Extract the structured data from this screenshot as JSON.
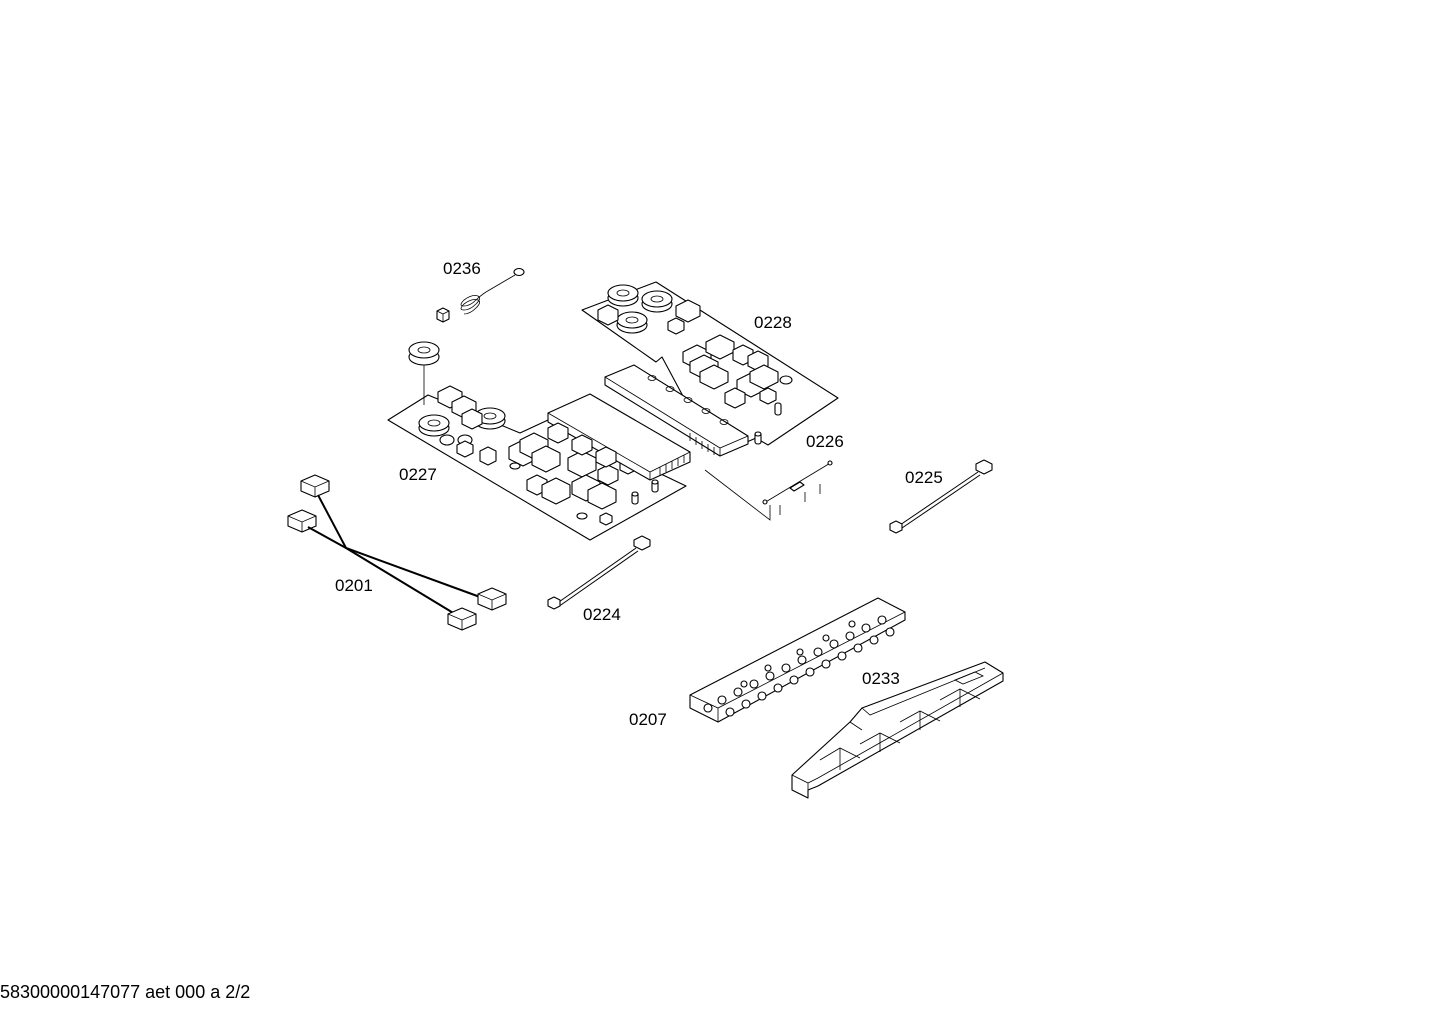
{
  "labels": {
    "p0236": "0236",
    "p0228": "0228",
    "p0227": "0227",
    "p0226": "0226",
    "p0225": "0225",
    "p0201": "0201",
    "p0224": "0224",
    "p0233": "0233",
    "p0207": "0207"
  },
  "footer": "58300000147077 aet 000 a 2/2",
  "colors": {
    "line": "#000000",
    "background": "#ffffff"
  }
}
